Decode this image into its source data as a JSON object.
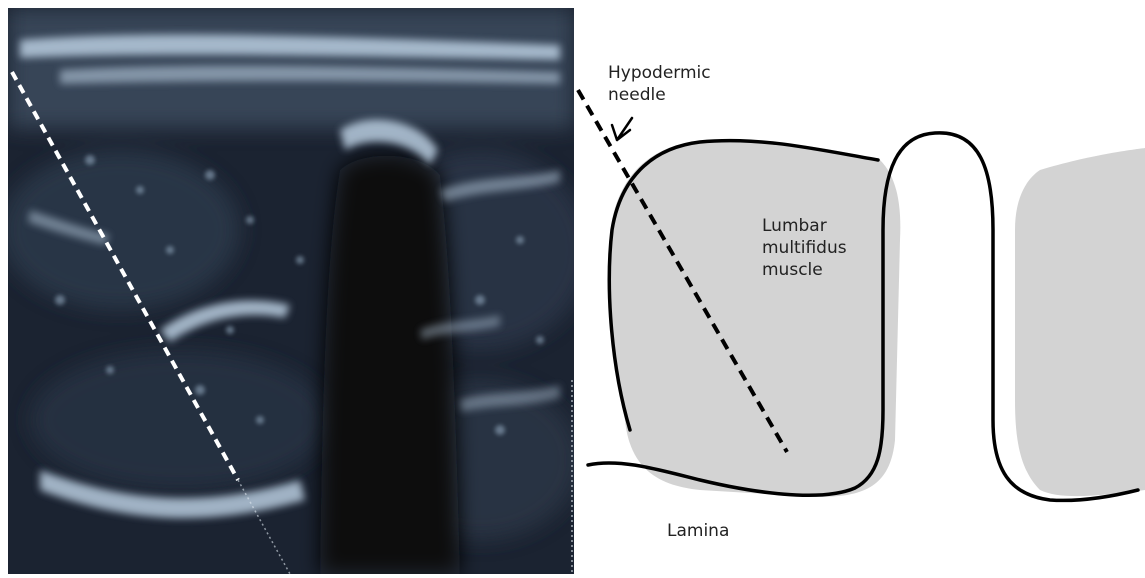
{
  "labels": {
    "needle": "Hypodermic\nneedle",
    "muscle": "Lumbar\nmultifidus\nmuscle",
    "lamina": "Lamina"
  },
  "colors": {
    "ultrasound_bg": "#1a2230",
    "echo_bright": "#c8dcec",
    "muscle_fill": "#d3d3d3",
    "outline": "#000000",
    "needle_overlay": "#ffffff"
  }
}
